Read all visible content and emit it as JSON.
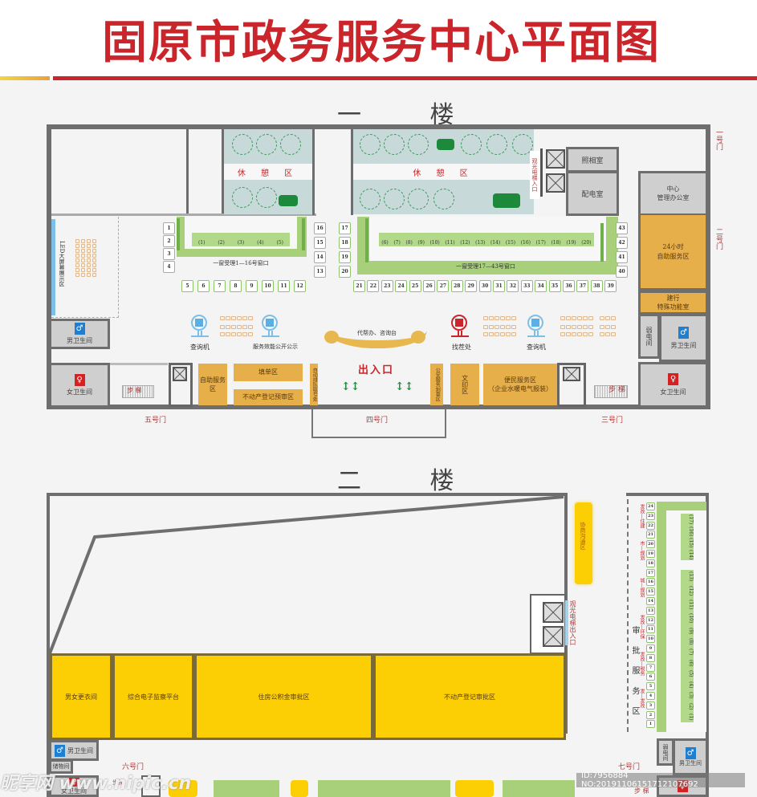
{
  "header": {
    "title": "固原市政务服务中心平面图"
  },
  "floor1": {
    "label": "一 楼",
    "rest_area_left": "休 憩 区",
    "rest_area_right": "休 憩 区",
    "elevator_entrance": "观光电梯入口",
    "photo_room": "照相室",
    "power_room": "配电室",
    "center_office": [
      "中心",
      "管理办公室"
    ],
    "self_service_24h": [
      "24小时",
      "自助服务区"
    ],
    "bank_room": [
      "建行",
      "特殊功能室"
    ],
    "weak_current_room": "弱电间",
    "led_area": "LED大屏幕展示区",
    "mens_room": "男卫生间",
    "womens_room": "女卫生间",
    "window_block_a_label": "一窗受理1—16号窗口",
    "window_block_b_label": "一窗受理17—43号窗口",
    "block_a_inner": [
      "(1)",
      "(2)",
      "(3)",
      "(4)",
      "(5)"
    ],
    "block_b_inner": [
      "(6)",
      "(7)",
      "(8)",
      "(9)",
      "(10)",
      "(11)",
      "(12)",
      "(13)",
      "(14)",
      "(15)",
      "(16)",
      "(17)",
      "(18)",
      "(19)",
      "(20)"
    ],
    "windows_left_col": [
      "1",
      "2",
      "3",
      "4"
    ],
    "windows_bottom_a": [
      "5",
      "6",
      "7",
      "8",
      "9",
      "10",
      "11",
      "12"
    ],
    "windows_right_a": [
      "16",
      "15",
      "14",
      "13"
    ],
    "windows_left_b": [
      "17",
      "18",
      "19",
      "20"
    ],
    "windows_bottom_b": [
      "21",
      "22",
      "23",
      "24",
      "25",
      "26",
      "27",
      "28",
      "29",
      "30",
      "31",
      "32",
      "33",
      "34",
      "35",
      "36",
      "37",
      "38",
      "39"
    ],
    "windows_right_b": [
      "43",
      "42",
      "41",
      "40"
    ],
    "query_machine_1": "查询机",
    "query_machine_2": "查询机",
    "service_publicity": "服务效能公开公示",
    "info_desk": "代帮办、咨询台",
    "seek_help": "找茬处",
    "exit": "出入口",
    "self_service": "自助服务区",
    "form_fill": "填单区",
    "real_estate_pre": "不动产登记预审区",
    "auto_queue": "自动排队取号处",
    "police_seal": "公安服务刻章区",
    "print_area": "文印区",
    "convenience": [
      "便民服务区",
      "（企业水暖电气报装）"
    ],
    "stairs_left": "步 梯",
    "stairs_right": "步 梯",
    "door1": "一号门",
    "door2": "二号门",
    "door3": "三号门",
    "door4": "四号门",
    "door5": "五号门"
  },
  "floor2": {
    "label": "二 楼",
    "consult_area": "协商沟通区",
    "elevator_exit": "观光电梯出入口",
    "approval_area": "审 批 服 务 区",
    "changing_room": "男女更衣间",
    "supervision": "综合电子监察平台",
    "housing_fund": "住房公积金审批区",
    "real_estate": "不动产登记审批区",
    "mens_room": "男卫生间",
    "storage": "储物间",
    "womens_room": "女卫生间",
    "weak_current_room": "弱电间",
    "mens_room_right": "男卫生间",
    "door6": "六号门",
    "door7": "七号门",
    "stairs_left": "步梯",
    "stairs_right": "步 梯",
    "windows_col": [
      "24",
      "23",
      "22",
      "21",
      "20",
      "19",
      "18",
      "17",
      "16",
      "15",
      "14",
      "13",
      "12",
      "11",
      "10",
      "9",
      "8",
      "7",
      "6",
      "5",
      "4",
      "3",
      "2",
      "1"
    ],
    "inner_top": [
      "(17)",
      "(16)",
      "(15)",
      "(14)"
    ],
    "inner_mid": [
      "(13)",
      "(12)",
      "(11)",
      "(10)",
      "(9)",
      "(8)",
      "(7)",
      "(6)",
      "(5)",
      "(4)",
      "(3)",
      "(2)",
      "(1)"
    ],
    "dept_labels": [
      "发改—住建",
      "市—规划",
      "城—规划",
      "发改—环保",
      "发改—税务",
      "发—发改"
    ]
  },
  "watermark": {
    "site": "昵享网 www.nipic.cn",
    "id": "ID:7956884 NO:20191106151712107692"
  },
  "colors": {
    "title_red": "#c9252b",
    "orange_room": "#e6af4a",
    "yellow_room": "#fccf05",
    "green_counter": "#a8d07a",
    "gray_room": "#cfcfcf",
    "wall": "#6e6e6e"
  }
}
